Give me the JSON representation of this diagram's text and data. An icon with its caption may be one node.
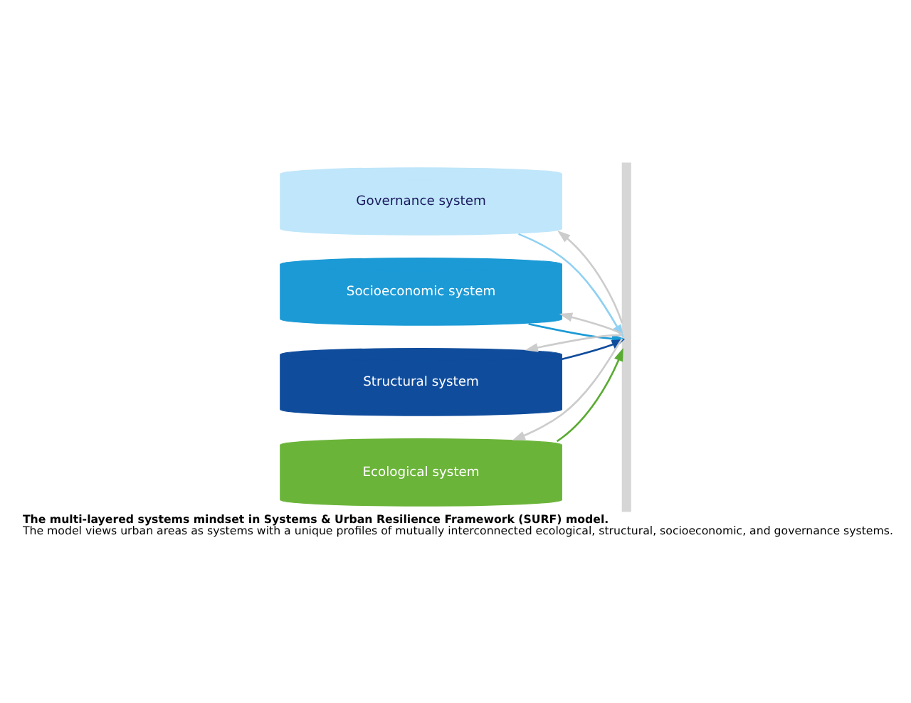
{
  "diagram": {
    "title": "The multi-layered systems mindset in Systems & Urban Resilience Framework (SURF) model.",
    "caption": "The model views urban areas as systems with a unique profiles of mutually interconnected ecological, structural, socioeconomic, and governance systems.",
    "nodes": [
      {
        "text": [
          "Governance system"
        ]
      },
      {
        "text": [
          "Socioeconomic system"
        ]
      },
      {
        "text": [
          "Structural system"
        ]
      },
      {
        "text": [
          "Ecological system"
        ]
      },
      {
        "text": [],
        "shape": "bar"
      }
    ],
    "edges": [
      {
        "from": 4,
        "to": 0,
        "arrow": "to",
        "color": "#cccccc"
      },
      {
        "from": 0,
        "to": 4,
        "arrow": "to",
        "color": "#8fd0f3"
      },
      {
        "from": 4,
        "to": 1,
        "arrow": "to",
        "color": "#cccccc"
      },
      {
        "from": 1,
        "to": 4,
        "arrow": "to",
        "color": "#1b9ad6"
      },
      {
        "from": 2,
        "to": 4,
        "arrow": "to",
        "color": "#0f4c9c"
      },
      {
        "from": 4,
        "to": 2,
        "arrow": "to",
        "color": "#cccccc"
      },
      {
        "from": 3,
        "to": 4,
        "arrow": "to",
        "color": "#5aab32"
      },
      {
        "from": 4,
        "to": 3,
        "arrow": "to",
        "color": "#cccccc"
      }
    ]
  }
}
